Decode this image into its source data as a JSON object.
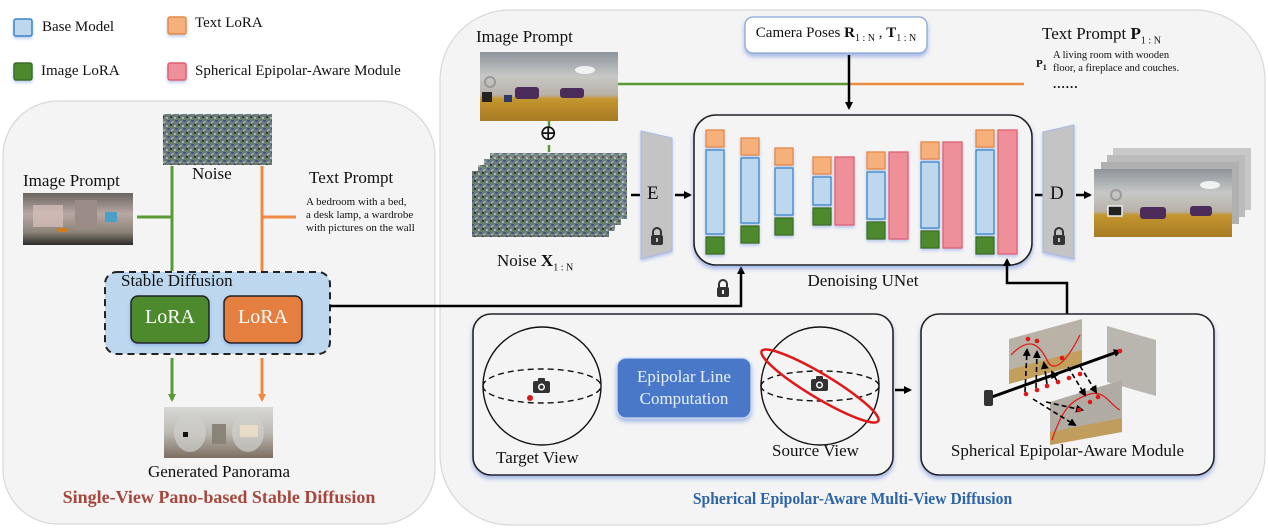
{
  "legend": {
    "items": [
      {
        "label": "Base Model",
        "color": "#bcd7ee",
        "border": "#3a86c8",
        "icon": "base-model-swatch"
      },
      {
        "label": "Text LoRA",
        "color": "#f5b07b",
        "border": "#e58a45",
        "icon": "text-lora-swatch"
      },
      {
        "label": "Image LoRA",
        "color": "#4d8a2e",
        "border": "#3d6e24",
        "icon": "image-lora-swatch"
      },
      {
        "label": "Spherical Epipolar-Aware Module",
        "color": "#ee8f9a",
        "border": "#e0606f",
        "icon": "epipolar-module-swatch"
      }
    ]
  },
  "left_panel": {
    "title": "Single-View Pano-based Stable Diffusion",
    "noise_label": "Noise",
    "image_prompt_label": "Image Prompt",
    "text_prompt_label": "Text Prompt",
    "text_prompt_lines": [
      "A bedroom with a bed,",
      "a desk lamp, a wardrobe",
      "with pictures on the wall"
    ],
    "stable_diffusion_label": "Stable Diffusion",
    "lora_image_label": "LoRA",
    "lora_text_label": "LoRA",
    "output_label": "Generated Panorama"
  },
  "right_panel": {
    "title": "Spherical Epipolar-Aware Multi-View Diffusion",
    "image_prompt_label": "Image Prompt",
    "camera_poses": {
      "prefix": "Camera Poses ",
      "r": "R",
      "r_sub": "1 : N",
      "sep": " , ",
      "t": "T",
      "t_sub": "1 : N"
    },
    "text_prompt": {
      "prefix": "Text Prompt ",
      "p": "P",
      "p_sub": "1 : N",
      "item_label": "P",
      "item_sub": "1",
      "item_lines": [
        "A living room with wooden",
        "floor, a fireplace and couches."
      ],
      "ellipsis": "......"
    },
    "noise": {
      "prefix": "Noise ",
      "x": "X",
      "x_sub": "1 : N"
    },
    "encoder_label": "E",
    "decoder_label": "D",
    "unet_label": "Denoising UNet",
    "target_view_label": "Target View",
    "source_view_label": "Source View",
    "epipolar_lines": [
      "Epipolar Line",
      "Computation"
    ],
    "module_label": "Spherical Epipolar-Aware Module",
    "plus_symbol": "⊕"
  },
  "colors": {
    "green": "#5a9a34",
    "orange": "#ec8a42",
    "epipolar_blue": "#4a78c8",
    "red": "#e01818"
  }
}
